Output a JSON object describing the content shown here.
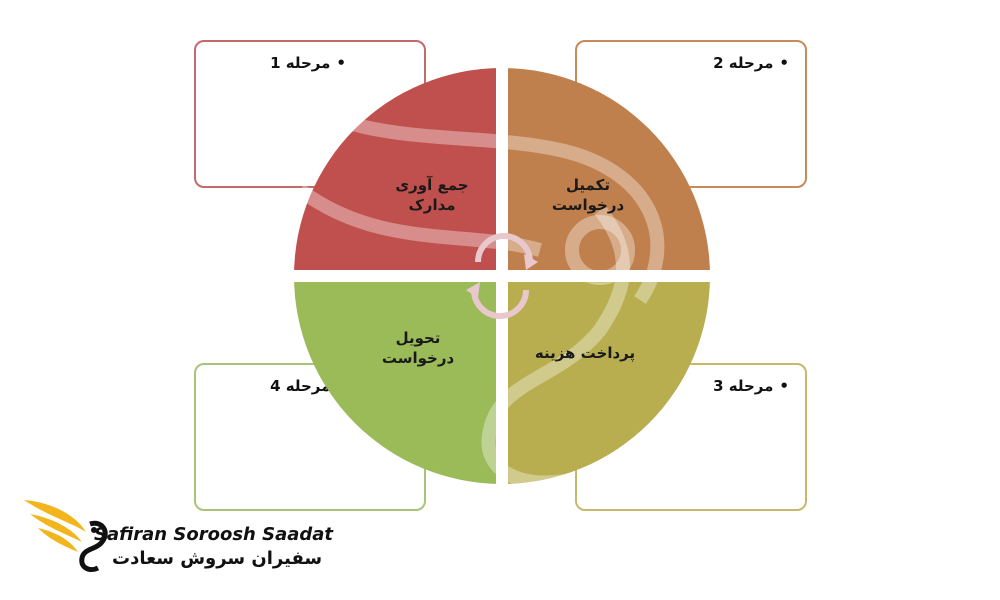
{
  "steps": [
    {
      "label": "مرحله 1",
      "quadrant_text": [
        "جمع آوری",
        "مدارک"
      ],
      "color": "#c0504d"
    },
    {
      "label": "مرحله 2",
      "quadrant_text": [
        "تکمیل",
        "درخواست"
      ],
      "color": "#c0804d"
    },
    {
      "label": "مرحله 3",
      "quadrant_text": [
        "پرداخت هزینه"
      ],
      "color": "#b8ae50"
    },
    {
      "label": "مرحله 4",
      "quadrant_text": [
        "تحویل",
        "درخواست"
      ],
      "color": "#9bbb59"
    }
  ],
  "bullet": "•",
  "logo": {
    "english": "Safiran Soroosh Saadat",
    "persian": "سفیران سروش سعادت",
    "colors": {
      "wing": "#f2b51c",
      "body": "#111111"
    }
  }
}
